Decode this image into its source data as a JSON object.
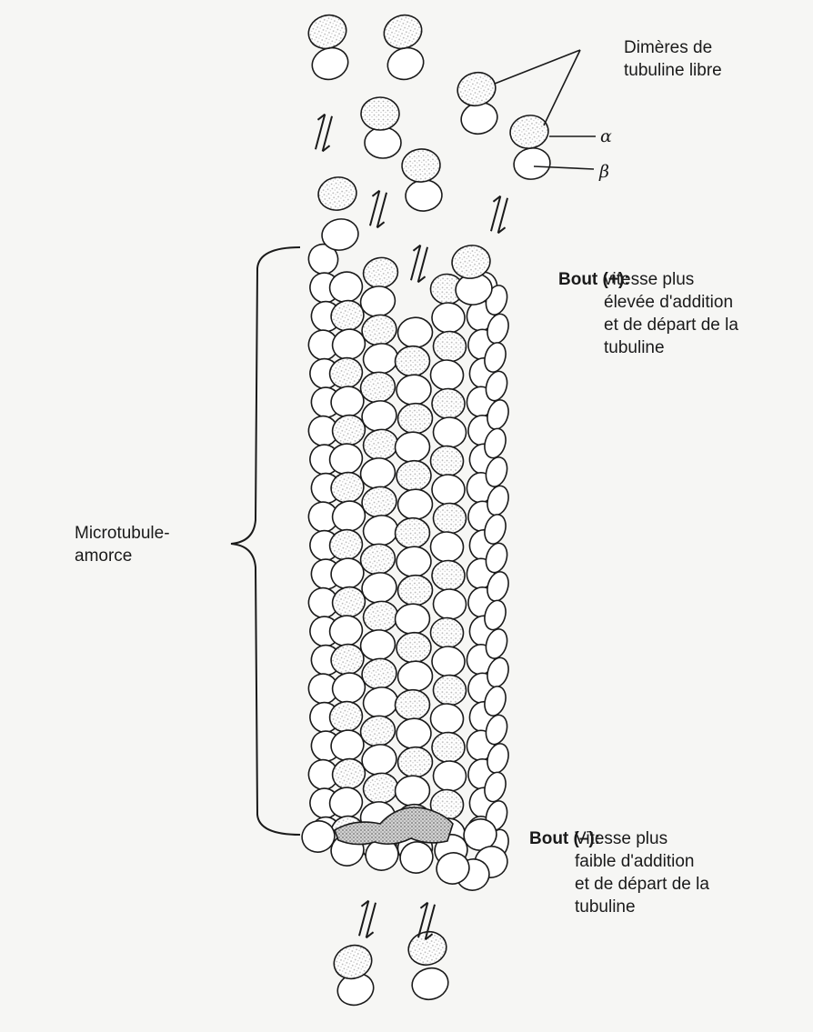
{
  "labels": {
    "free_dimers": "Dimères de\ntubuline libre",
    "alpha": "α",
    "beta": "β",
    "plus_end_title": "Bout (+):",
    "plus_end_text": "vitesse plus\nélevée d'addition\net de départ de la\ntubuline",
    "minus_end_title": "Bout (–):",
    "minus_end_text": "Vitesse plus\nfaible d'addition\net de départ de la\ntubuline",
    "primer": "Microtubule-\namorce"
  },
  "colors": {
    "ink": "#1a1a1a",
    "paper": "#f6f6f4",
    "subunit_fill": "#ffffff",
    "alpha_stipple": "#cfcfcf",
    "minus_cap_stipple": "#9a9a9a"
  }
}
